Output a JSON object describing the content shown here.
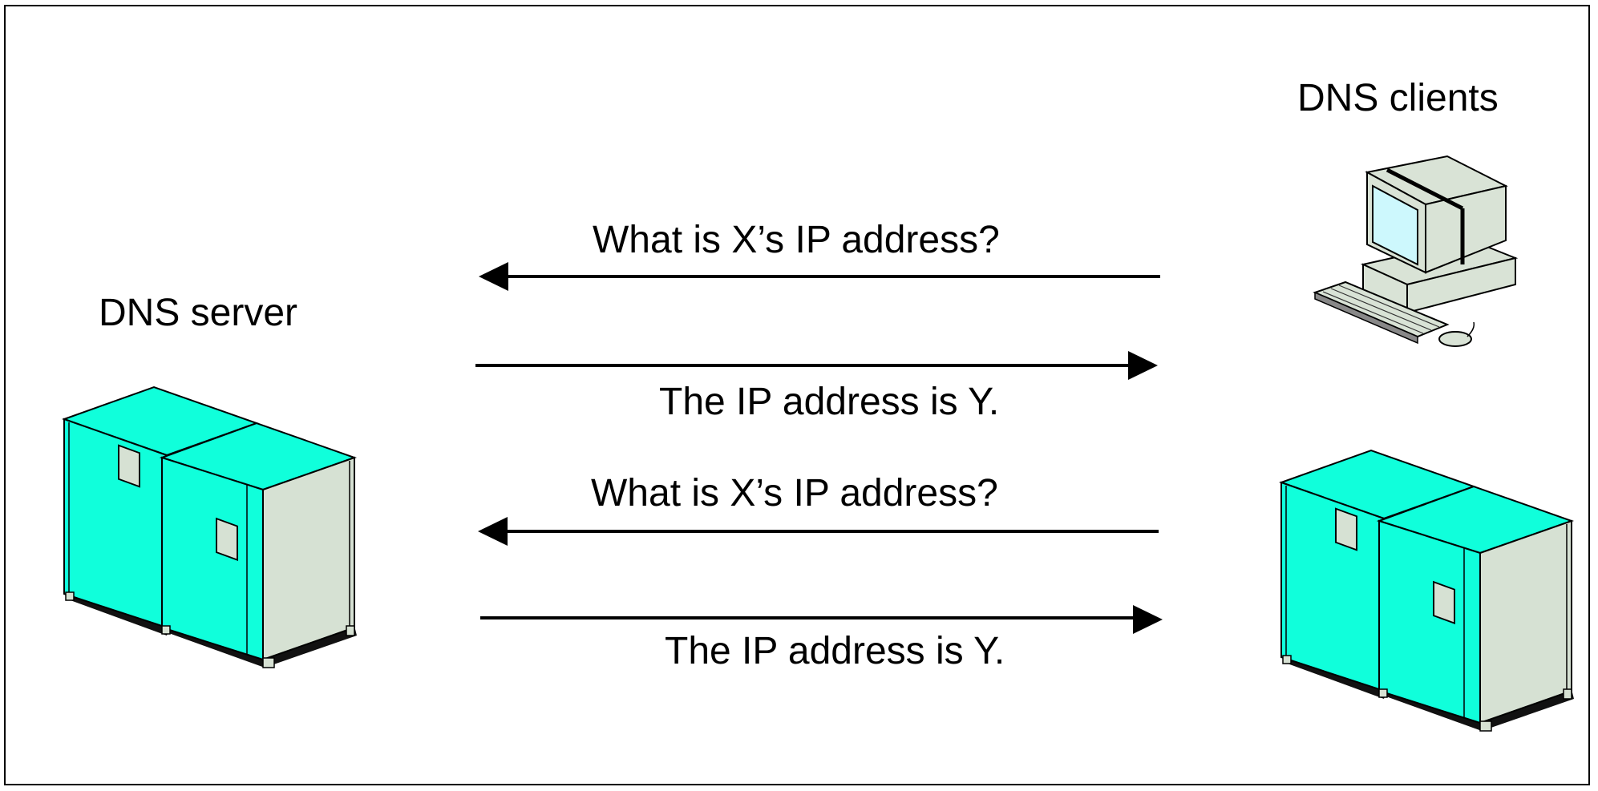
{
  "labels": {
    "server": "DNS server",
    "clients": "DNS clients"
  },
  "messages": [
    {
      "text": "What is X’s IP address?",
      "direction": "to-server"
    },
    {
      "text": "The IP address is Y.",
      "direction": "to-client"
    },
    {
      "text": "What is X’s IP address?",
      "direction": "to-server"
    },
    {
      "text": "The IP address is Y.",
      "direction": "to-client"
    }
  ],
  "nodes": [
    {
      "type": "server-cabinet-pair",
      "icon": "server-icon"
    },
    {
      "type": "desktop-computer",
      "icon": "computer-icon"
    },
    {
      "type": "server-cabinet-pair",
      "icon": "server-icon"
    }
  ],
  "colors": {
    "cabinet_front": "#10ffdb",
    "cabinet_side": "#d6e1d3",
    "monitor": "#d9e3d6",
    "screen": "#cdf8fd"
  }
}
